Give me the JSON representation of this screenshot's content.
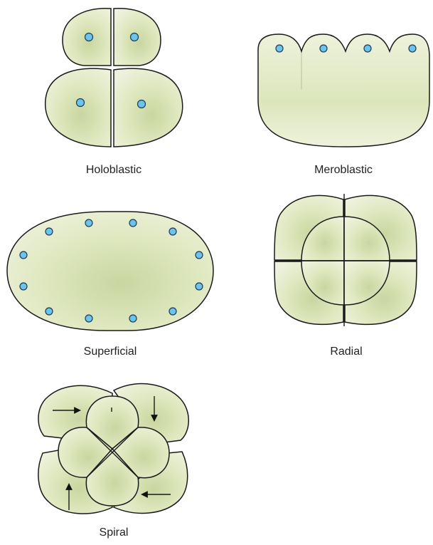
{
  "colors": {
    "cell_fill_light": "#eef2dc",
    "cell_fill_mid": "#dfe8c0",
    "cell_fill_dark": "#c9d6a0",
    "outline": "#1a1a1a",
    "nucleus": "#6ec3ea",
    "background": "#ffffff"
  },
  "panels": {
    "holoblastic": {
      "label": "Holoblastic"
    },
    "meroblastic": {
      "label": "Meroblastic"
    },
    "superficial": {
      "label": "Superficial"
    },
    "radial": {
      "label": "Radial"
    },
    "spiral": {
      "label": "Spiral"
    }
  }
}
